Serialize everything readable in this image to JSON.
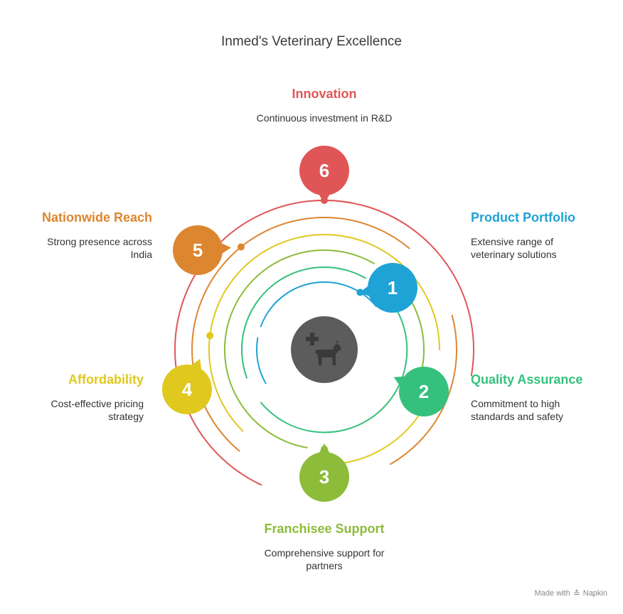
{
  "title": "Inmed's Veterinary Excellence",
  "center_icon": "vet-dog-cross-icon",
  "items": [
    {
      "number": "1",
      "heading": "Product Portfolio",
      "description": "Extensive range of veterinary solutions",
      "color": "#1fa3d6"
    },
    {
      "number": "2",
      "heading": "Quality Assurance",
      "description": "Commitment to high standards and safety",
      "color": "#35c07d"
    },
    {
      "number": "3",
      "heading": "Franchisee Support",
      "description": "Comprehensive support for partners",
      "color": "#8cbc3a"
    },
    {
      "number": "4",
      "heading": "Affordability",
      "description": "Cost-effective pricing strategy",
      "color": "#e0c81e"
    },
    {
      "number": "5",
      "heading": "Nationwide Reach",
      "description": "Strong presence across India",
      "color": "#dd8630"
    },
    {
      "number": "6",
      "heading": "Innovation",
      "description": "Continuous investment in R&D",
      "color": "#e05656"
    }
  ],
  "footer": {
    "made_with": "Made with",
    "brand": "Napkin"
  },
  "colors": {
    "center": "#5c5c5c"
  }
}
